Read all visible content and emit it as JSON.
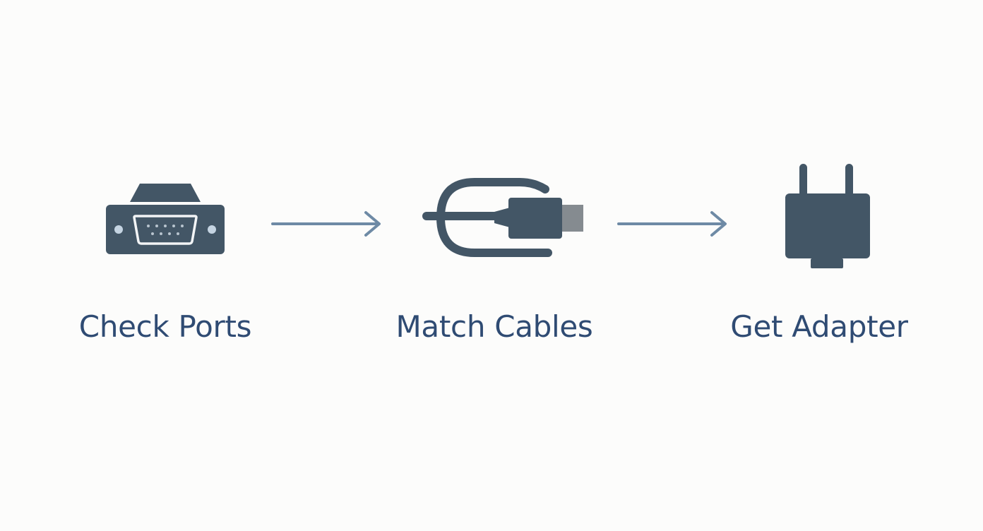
{
  "colors": {
    "background": "#fcfcfb",
    "icon": "#435666",
    "icon_light": "#f2f4f6",
    "cable_tip": "#858b90",
    "arrow": "#6e8aa5",
    "label_text": "#2f4b73"
  },
  "steps": [
    {
      "label": "Check Ports",
      "icon": "serial-port-icon"
    },
    {
      "label": "Match Cables",
      "icon": "cable-plug-icon"
    },
    {
      "label": "Get Adapter",
      "icon": "power-adapter-icon"
    }
  ],
  "connectors": [
    {
      "from": "Check Ports",
      "to": "Match Cables",
      "icon": "arrow-right-icon"
    },
    {
      "from": "Match Cables",
      "to": "Get Adapter",
      "icon": "arrow-right-icon"
    }
  ]
}
